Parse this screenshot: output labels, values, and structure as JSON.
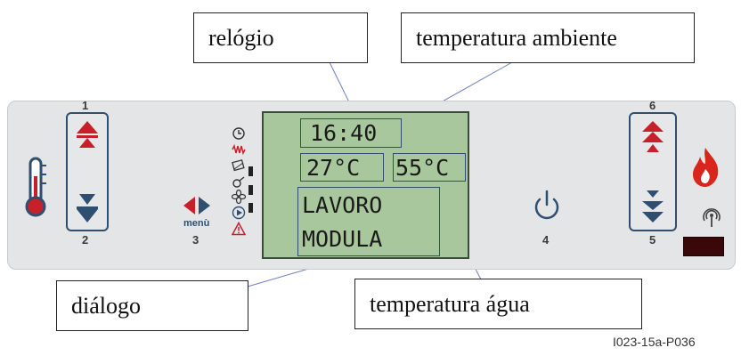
{
  "callouts": {
    "clock": "relógio",
    "ambient_temp": "temperatura ambiente",
    "dialog": "diálogo",
    "water_temp": "temperatura água"
  },
  "panel": {
    "btn1_label": "1",
    "btn2_label": "2",
    "menu_label": "menù",
    "btn3_label": "3",
    "btn4_label": "4",
    "btn5_label": "5",
    "btn6_label": "6"
  },
  "display": {
    "time": "16:40",
    "ambient_temp": "27°C",
    "water_temp": "55°C",
    "line1": "LAVORO",
    "line2": "MODULA"
  },
  "side_icons": [
    "clock-icon",
    "resistance-icon",
    "cleaning-icon",
    "pellet-icon",
    "fan-icon",
    "play-icon",
    "warning-icon"
  ],
  "figure_code": "I023-15a-P036",
  "colors": {
    "accent_red": "#c8202a",
    "frame_blue": "#2f4f70",
    "lcd_green": "#a9c79c"
  }
}
